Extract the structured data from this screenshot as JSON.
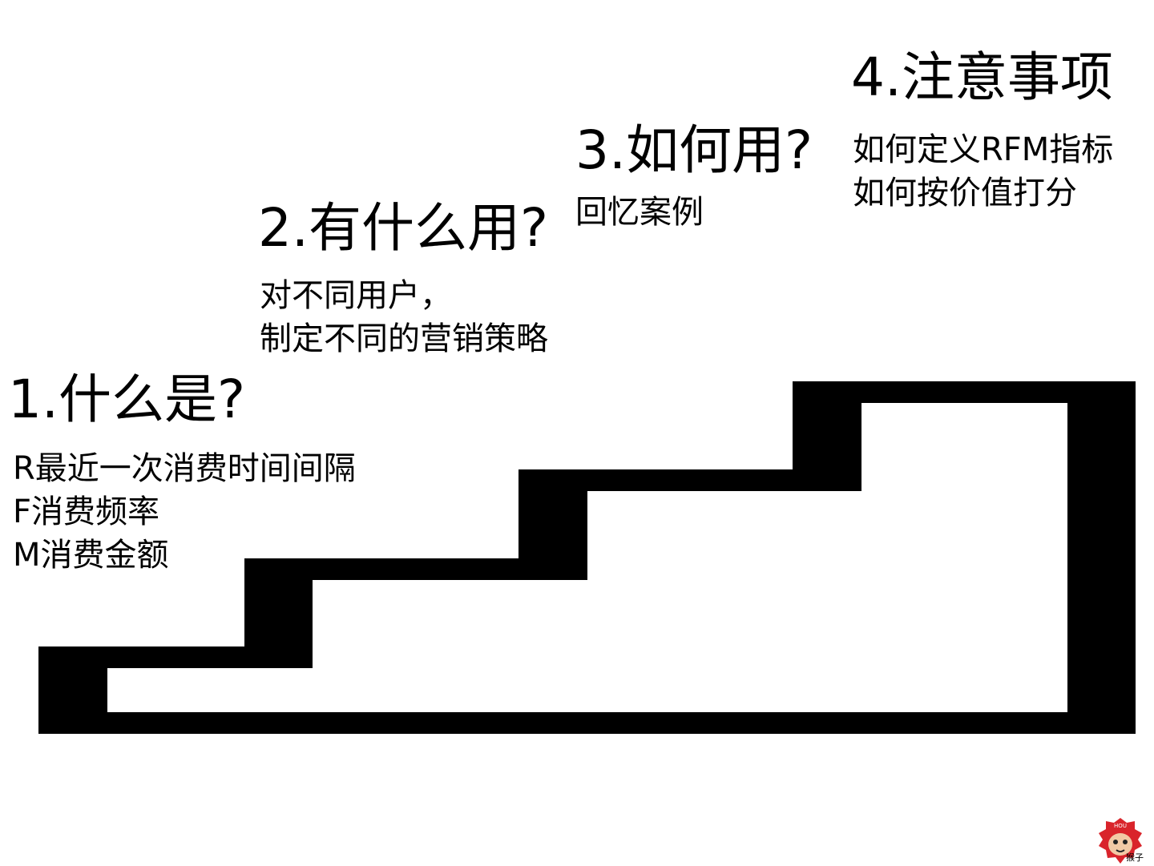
{
  "steps": [
    {
      "title": "1.什么是?",
      "lines": [
        "R最近一次消费时间间隔",
        "F消费频率",
        "M消费金额"
      ]
    },
    {
      "title": "2.有什么用?",
      "lines": [
        "对不同用户，",
        "制定不同的营销策略"
      ]
    },
    {
      "title": "3.如何用?",
      "lines": [
        "回忆案例"
      ]
    },
    {
      "title": "4.注意事项",
      "lines": [
        "如何定义RFM指标",
        "如何按价值打分"
      ]
    }
  ],
  "logo": {
    "badge": "HOU",
    "caption": "猴子",
    "color": "#d9242b"
  }
}
